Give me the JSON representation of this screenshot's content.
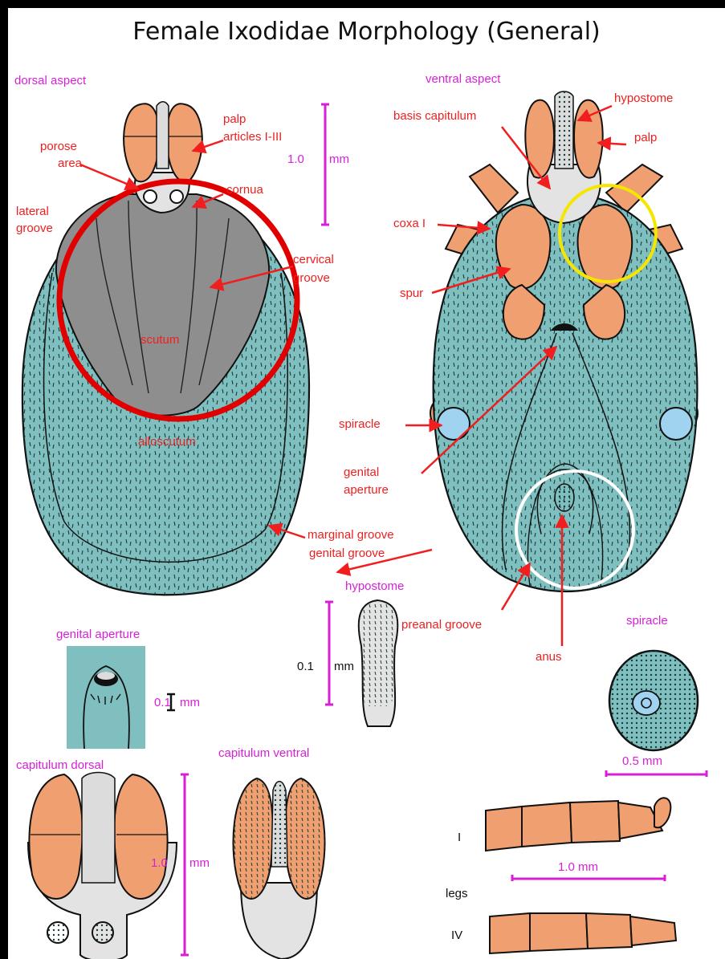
{
  "title": "Female Ixodidae Morphology (General)",
  "colors": {
    "leg_orange": "#f0a070",
    "body_teal": "#7fbfbf",
    "scutum_gray": "#8e8e8e",
    "label_red": "#f01e1e",
    "section_magenta": "#d81fd8",
    "highlight_red_circle": "#e00000",
    "highlight_yellow_circle": "#f5e600",
    "highlight_white_circle": "#ffffff",
    "spiracle_blue": "#9fd3f0"
  },
  "sections": {
    "dorsal": "dorsal aspect",
    "ventral": "ventral aspect",
    "genital_aperture": "genital aperture",
    "hypostome": "hypostome",
    "spiracle": "spiracle",
    "capitulum_dorsal": "capitulum dorsal",
    "capitulum_ventral": "capitulum ventral"
  },
  "dorsal_labels": {
    "palp": "palp",
    "articles": "articles I-III",
    "porose": "porose",
    "area": "area",
    "cornua": "cornua",
    "lateral": "lateral",
    "groove": "groove",
    "cervical": "cervical",
    "cervical_groove": "groove",
    "scutum": "scutum",
    "alloscutum": "alloscutum",
    "marginal_groove": "marginal groove",
    "genital_groove": "genital groove"
  },
  "ventral_labels": {
    "hypostome": "hypostome",
    "basis_capitulum": "basis capitulum",
    "palp": "palp",
    "coxa": "coxa I",
    "spur": "spur",
    "spiracle": "spiracle",
    "genital": "genital",
    "aperture": "aperture",
    "preanal_groove": "preanal groove",
    "anus": "anus"
  },
  "scales": {
    "dorsal_value": "1.0",
    "dorsal_unit": "mm",
    "genital_value": "0.1",
    "genital_unit": "mm",
    "hypostome_value": "0.1",
    "hypostome_unit": "mm",
    "spiracle": "0.5 mm",
    "capitulum_value": "1.0",
    "capitulum_unit": "mm",
    "legs": "1.0 mm"
  },
  "legs": {
    "label": "legs",
    "leg_one": "I",
    "leg_four": "IV"
  }
}
